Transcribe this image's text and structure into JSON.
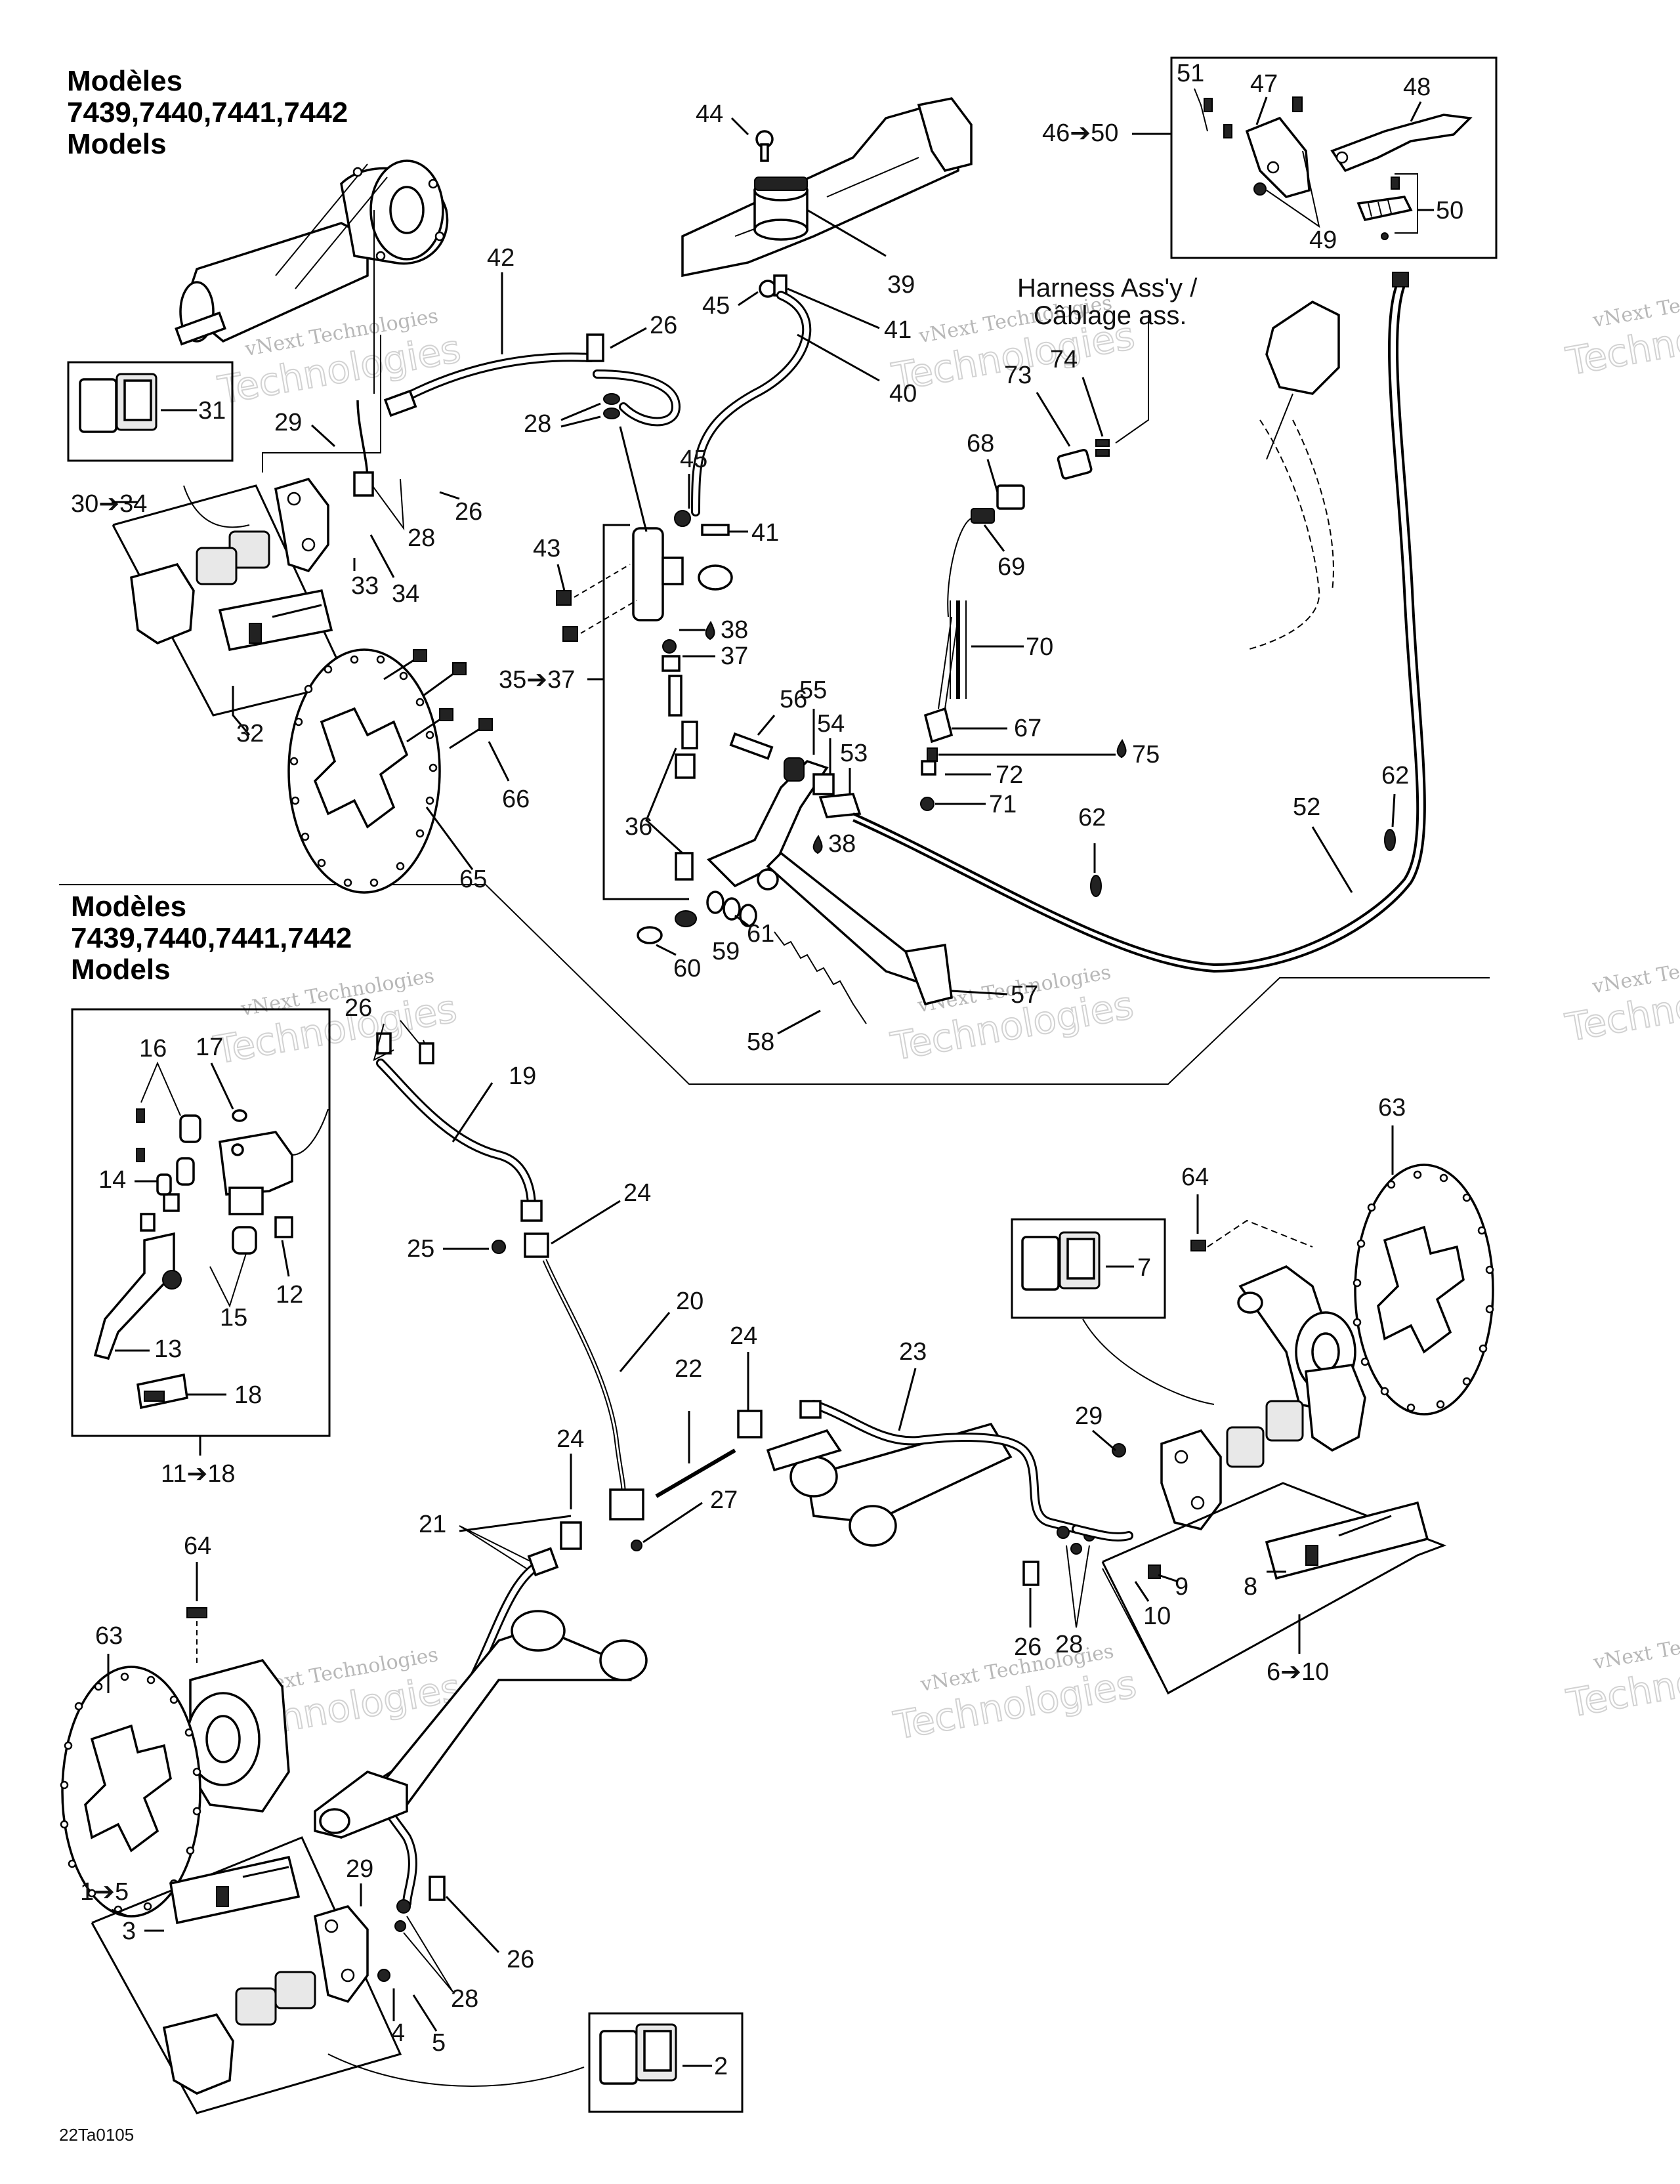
{
  "titles": {
    "upper": [
      "Modèles",
      "7439,7440,7441,7442",
      "Models"
    ],
    "lower": [
      "Modèles",
      "7439,7440,7441,7442",
      "Models"
    ]
  },
  "harness_label": [
    "Harness Ass'y /",
    "Câblage ass."
  ],
  "diagram_code": "22Ta0105",
  "watermark": {
    "line1": "vNext Technologies",
    "line2": "Technologies"
  },
  "callouts": {
    "c44": "44",
    "c51": "51",
    "c47": "47",
    "c48": "48",
    "c46_50": "46➔50",
    "c50": "50",
    "c49": "49",
    "c42": "42",
    "c26a": "26",
    "c39": "39",
    "c45a": "45",
    "c41a": "41",
    "c40": "40",
    "c73": "73",
    "c74": "74",
    "c31": "31",
    "c29a": "29",
    "c28a": "28",
    "c68": "68",
    "c30_34": "30➔34",
    "c26b": "26",
    "c28b": "28",
    "c45b": "45",
    "c41b": "41",
    "c69": "69",
    "c43": "43",
    "c33": "33",
    "c34": "34",
    "c38a": "38",
    "c37": "37",
    "c70": "70",
    "c35_37": "35➔37",
    "c56": "56",
    "c55": "55",
    "c54": "54",
    "c53": "53",
    "c67": "67",
    "c75": "75",
    "c32": "32",
    "c72": "72",
    "c66": "66",
    "c71": "71",
    "c36": "36",
    "c62a": "62",
    "c52": "52",
    "c62b": "62",
    "c38b": "38",
    "c65": "65",
    "c61": "61",
    "c59": "59",
    "c60": "60",
    "c57": "57",
    "c58": "58",
    "c26c": "26",
    "c16": "16",
    "c17": "17",
    "c19": "19",
    "c63a": "63",
    "c14": "14",
    "c24a": "24",
    "c64a": "64",
    "c25": "25",
    "c7": "7",
    "c15": "15",
    "c12": "12",
    "c13": "13",
    "c20": "20",
    "c18": "18",
    "c22": "22",
    "c24b": "24",
    "c23": "23",
    "c11_18": "11➔18",
    "c29b": "29",
    "c24c": "24",
    "c21": "21",
    "c27": "27",
    "c9": "9",
    "c10": "10",
    "c8": "8",
    "c28c": "28",
    "c64b": "64",
    "c26d": "26",
    "c6_10": "6➔10",
    "c63b": "63",
    "c1_5": "1➔5",
    "c29c": "29",
    "c3": "3",
    "c26e": "26",
    "c28d": "28",
    "c4": "4",
    "c5": "5",
    "c2": "2"
  }
}
